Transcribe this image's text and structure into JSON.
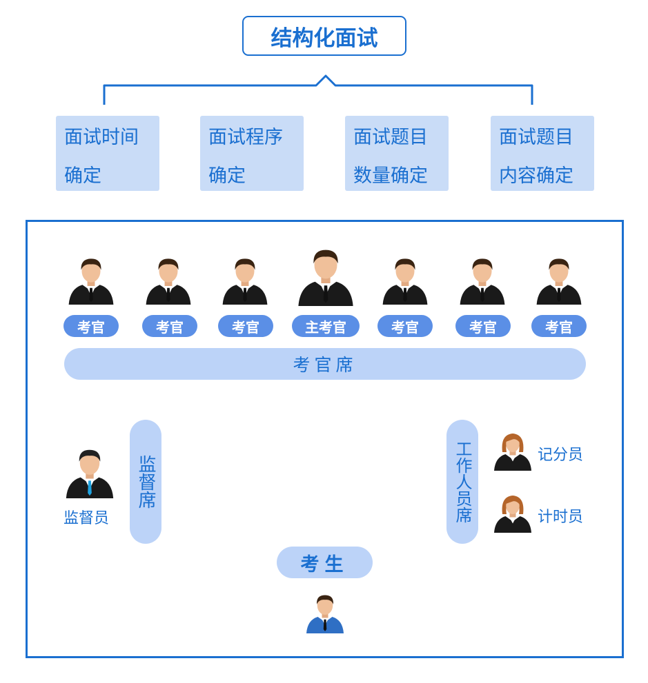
{
  "title": "结构化面试",
  "steps": [
    {
      "line1": "面试时间",
      "line2": "确定"
    },
    {
      "line1": "面试程序",
      "line2": "确定"
    },
    {
      "line1": "面试题目",
      "line2": "数量确定"
    },
    {
      "line1": "面试题目",
      "line2": "内容确定"
    }
  ],
  "examiners": [
    "考官",
    "考官",
    "考官",
    "主考官",
    "考官",
    "考官",
    "考官"
  ],
  "examiner_bench": "考官席",
  "supervisor_seat": "监督席",
  "supervisor": "监督员",
  "staff_seat": "工作人员席",
  "scorer": "记分员",
  "timekeeper": "计时员",
  "candidate": "考生",
  "colors": {
    "accent": "#1a6fd0",
    "pill": "#5b8fe6",
    "light": "#bcd3f8",
    "box": "#c9dcf7"
  },
  "icons": {
    "male": "male-person-icon",
    "female": "female-person-icon",
    "candidate": "candidate-person-icon"
  }
}
